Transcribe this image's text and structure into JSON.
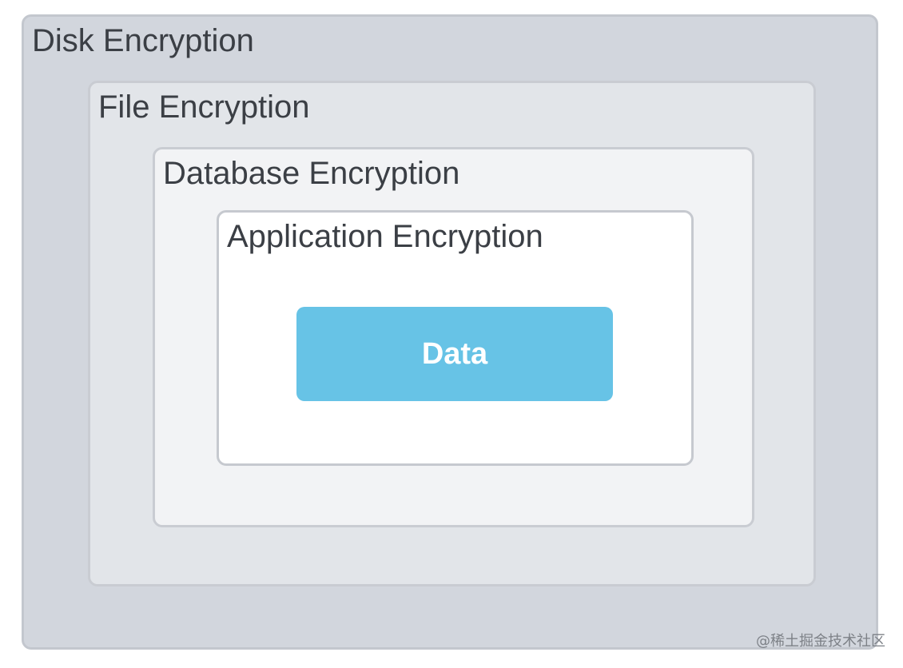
{
  "diagram": {
    "layers": {
      "disk": "Disk Encryption",
      "file": "File Encryption",
      "database": "Database Encryption",
      "application": "Application Encryption"
    },
    "data_label": "Data"
  },
  "watermark": "@稀土掘金技术社区",
  "colors": {
    "disk_fill": "#d2d6dd",
    "file_fill": "#e2e5e9",
    "database_fill": "#f2f3f5",
    "application_fill": "#ffffff",
    "data_fill": "#67c3e6",
    "label_text": "#3b3f45"
  }
}
